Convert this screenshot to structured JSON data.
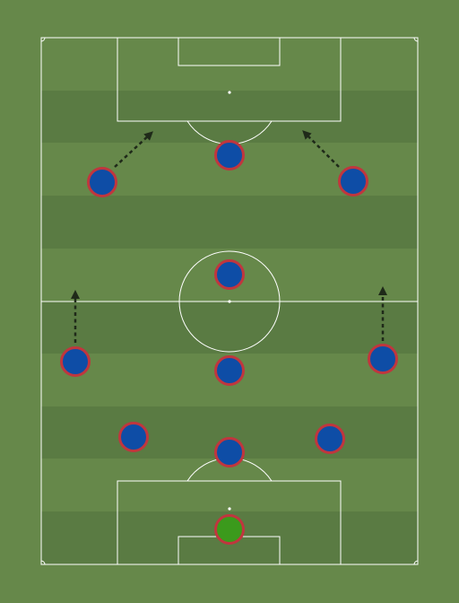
{
  "colors": {
    "background": "#66884a",
    "stripe_light": "#66884a",
    "stripe_dark": "#5a7b43",
    "line": "#ffffff",
    "player_fill": "#0e4da6",
    "player_ring": "#c0363e",
    "keeper_fill": "#3b9a1c",
    "arrow": "#1f2a19"
  },
  "players": [
    {
      "role": "goalkeeper",
      "name": "goalkeeper-marker"
    },
    {
      "role": "outfield",
      "name": "player-left-back"
    },
    {
      "role": "outfield",
      "name": "player-center-back"
    },
    {
      "role": "outfield",
      "name": "player-right-back"
    },
    {
      "role": "outfield",
      "name": "player-left-mid"
    },
    {
      "role": "outfield",
      "name": "player-center-mid"
    },
    {
      "role": "outfield",
      "name": "player-right-mid"
    },
    {
      "role": "outfield",
      "name": "player-attacking-mid"
    },
    {
      "role": "outfield",
      "name": "player-left-forward"
    },
    {
      "role": "outfield",
      "name": "player-striker"
    },
    {
      "role": "outfield",
      "name": "player-right-forward"
    }
  ],
  "movement_arrows": [
    {
      "name": "left-mid-run-arrow"
    },
    {
      "name": "right-mid-run-arrow"
    },
    {
      "name": "left-forward-run-arrow"
    },
    {
      "name": "right-forward-run-arrow"
    }
  ]
}
